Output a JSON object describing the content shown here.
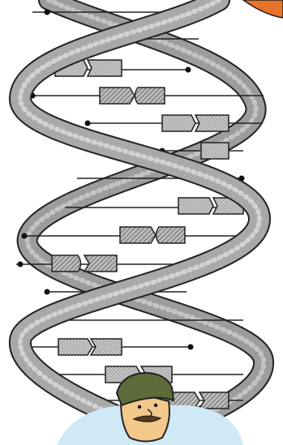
{
  "figure": {
    "subject": "dna-double-helix-clipart",
    "colors": {
      "background": "#ffffff",
      "strand": "#a8a8a8",
      "strand_dark": "#6e6e6e",
      "outline": "#222222",
      "base_light": "#c8c8c8",
      "base_hatched": "#9a9a9a",
      "accent_orange": "#e8742a",
      "hat": "#5d6b3a",
      "skin": "#f3c98b",
      "shirt": "#cfe9f5"
    },
    "decor": {
      "top_right_corner": "orange-tab",
      "bottom_figure": "cartoon-scientist-with-cap"
    }
  }
}
